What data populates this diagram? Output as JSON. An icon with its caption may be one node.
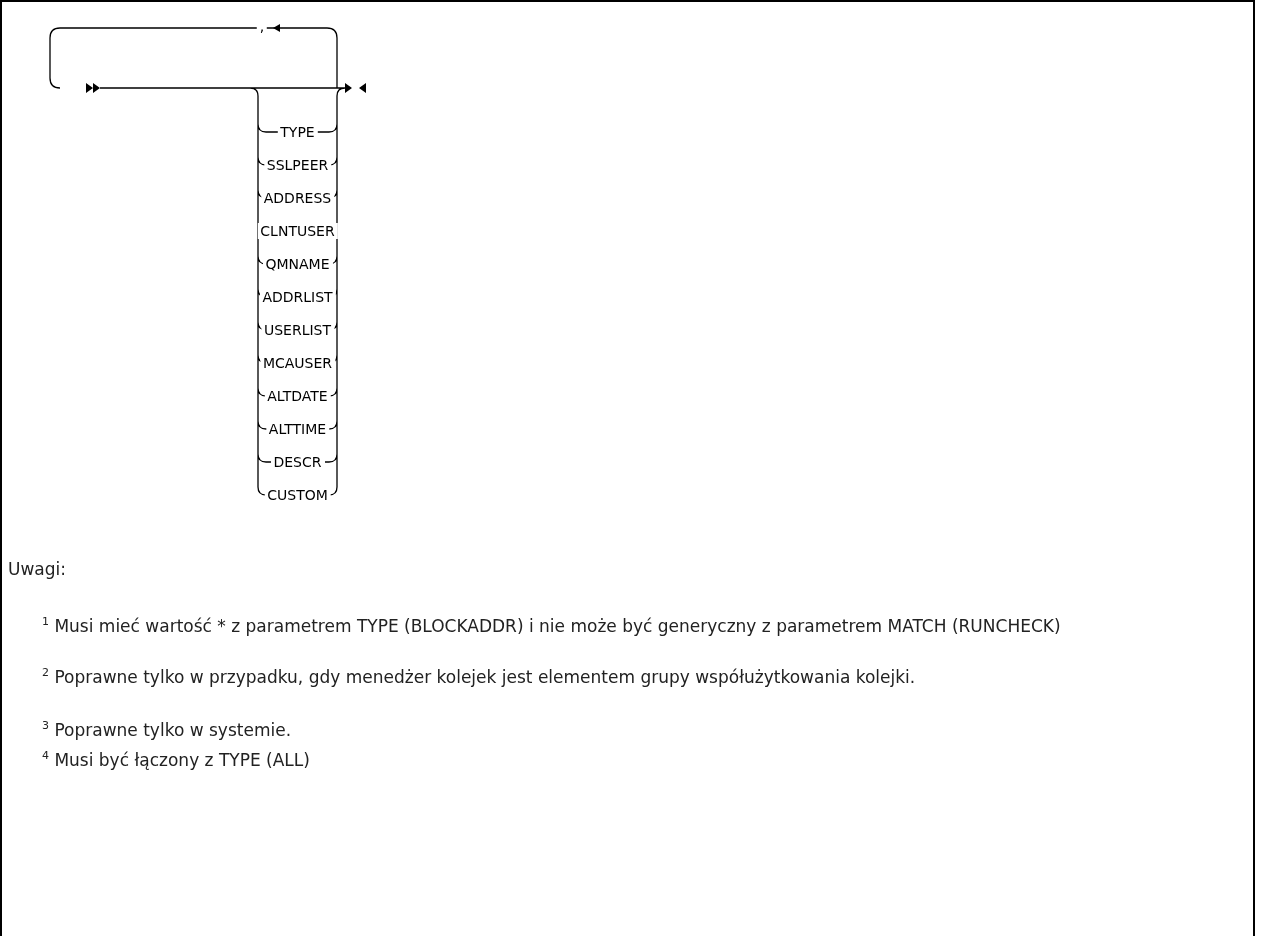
{
  "diagram": {
    "nodes": [
      {
        "text": [
          "TYPE"
        ]
      },
      {
        "text": [
          "SSLPEER"
        ]
      },
      {
        "text": [
          "ADDRESS"
        ]
      },
      {
        "text": [
          "CLNTUSER"
        ]
      },
      {
        "text": [
          "QMNAME"
        ]
      },
      {
        "text": [
          "ADDRLIST"
        ]
      },
      {
        "text": [
          "USERLIST"
        ]
      },
      {
        "text": [
          "MCAUSER"
        ]
      },
      {
        "text": [
          "ALTDATE"
        ]
      },
      {
        "text": [
          "ALTTIME"
        ]
      },
      {
        "text": [
          "DESCR"
        ]
      },
      {
        "text": [
          "CUSTOM"
        ]
      }
    ],
    "labels": [
      ",",
      "Uwagi:",
      "$^{1}$ Musi mieć wartość * z parametrem TYPE (BLOCKADDR) i nie może być generyczny z parametrem MATCH (RUNCHECK)",
      "$^{2}$ Poprawne tylko w przypadku, gdy menedżer kolejek jest elementem grupy współużytkowania kolejki.",
      "$^{3}$ Poprawne tylko w systemie.",
      "$^{4}$ Musi być łączony z TYPE (ALL)"
    ]
  }
}
